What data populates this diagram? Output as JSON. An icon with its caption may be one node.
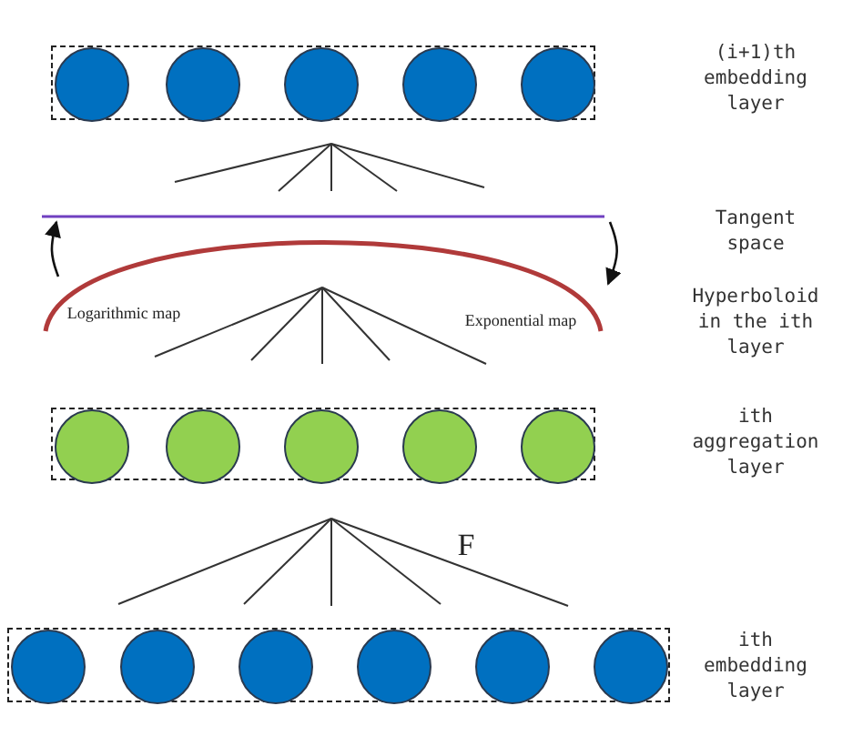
{
  "diagram": {
    "nodes": [
      {
        "text": [],
        "shape": "box"
      },
      {
        "text": [],
        "shape": "circle",
        "in": 0
      },
      {
        "text": [],
        "shape": "circle",
        "in": 0
      },
      {
        "text": [],
        "shape": "circle",
        "in": 0
      },
      {
        "text": [],
        "shape": "circle",
        "in": 0
      },
      {
        "text": [],
        "shape": "circle",
        "in": 0
      },
      {
        "text": [],
        "shape": "line"
      },
      {
        "text": [],
        "shape": "arc"
      },
      {
        "text": [],
        "shape": "box"
      },
      {
        "text": [],
        "shape": "circle",
        "in": 8
      },
      {
        "text": [],
        "shape": "circle",
        "in": 8
      },
      {
        "text": [],
        "shape": "circle",
        "in": 8
      },
      {
        "text": [],
        "shape": "circle",
        "in": 8
      },
      {
        "text": [],
        "shape": "circle",
        "in": 8
      },
      {
        "text": [],
        "shape": "box"
      },
      {
        "text": [],
        "shape": "circle",
        "in": 14
      },
      {
        "text": [],
        "shape": "circle",
        "in": 14
      },
      {
        "text": [],
        "shape": "circle",
        "in": 14
      },
      {
        "text": [],
        "shape": "circle",
        "in": 14
      },
      {
        "text": [],
        "shape": "circle",
        "in": 14
      },
      {
        "text": [],
        "shape": "circle",
        "in": 14
      }
    ],
    "edges": [
      {
        "from": 7,
        "to": 6,
        "arrow": "to"
      },
      {
        "from": 6,
        "to": 7,
        "arrow": "to"
      }
    ],
    "labels": [
      "(i+1)th embedding layer",
      "Tangent space",
      "Logarithmic map",
      "Exponential map",
      "Hyperboloid in the ith layer",
      "ith aggregation layer",
      "F",
      "ith embedding layer"
    ]
  }
}
